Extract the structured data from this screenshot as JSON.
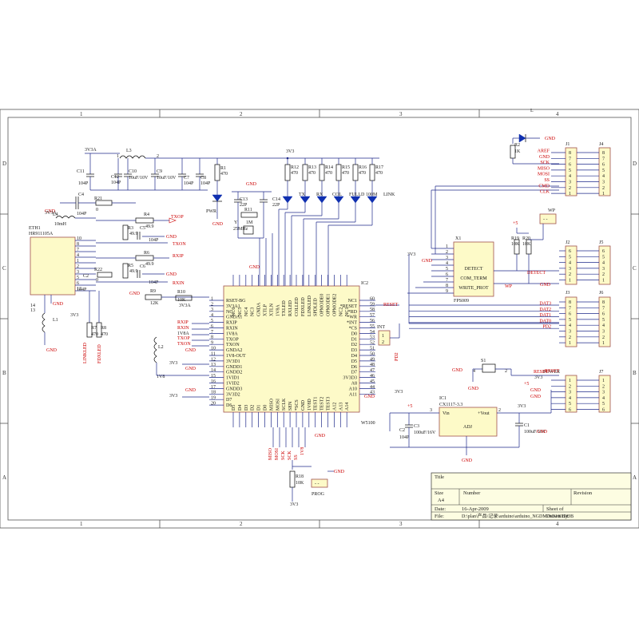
{
  "frame": {
    "cols": [
      "1",
      "2",
      "3",
      "4"
    ],
    "rows": [
      "D",
      "C",
      "B",
      "A"
    ]
  },
  "title_block": {
    "title_label": "Title",
    "size_label": "Size",
    "size_value": "A4",
    "number_label": "Number",
    "revision_label": "Revision",
    "date_label": "Date:",
    "date_value": "16-Apr-2009",
    "sheet_label": "Sheet of",
    "file_label": "File:",
    "file_value": "D:\\plan\\产品\\记录\\arduino\\arduino_NGDM\\W5100.DDB",
    "drawn_by": "Drawn By:"
  },
  "components": {
    "ic2": {
      "ref": "IC2",
      "part": "W5100"
    },
    "x1": {
      "ref": "X1",
      "part": "FPS009",
      "pins": [
        "DETECT",
        "COM_TERM",
        "WRITE_PROT"
      ]
    },
    "ic1": {
      "ref": "IC1",
      "part": "CX1117-3.3",
      "vin": "Vin",
      "vout": "+Vout",
      "adj": "ADJ"
    },
    "eth1": {
      "ref": "ETH1",
      "part": "HR911105A"
    },
    "j4": {
      "ref": "J4"
    },
    "j1": {
      "ref": "J1"
    },
    "j2": {
      "ref": "J2"
    },
    "j5": {
      "ref": "J5"
    },
    "j3": {
      "ref": "J3"
    },
    "j6": {
      "ref": "J6"
    },
    "j7": {
      "ref": "J7"
    },
    "wp": "WP",
    "prog": "PROG",
    "power": "POWER",
    "int_conn": "INT",
    "pd2": "PD2",
    "s1": "S1",
    "l1": "L1",
    "l2": "L2",
    "l3": "L3",
    "y": "Y",
    "y_part": "25MHz"
  },
  "passives": {
    "r1": "R1",
    "r1v": "470",
    "r2": "R2",
    "r2v": "1K",
    "r4": "R4",
    "r4v": "49.9",
    "r3": "R3",
    "r3v": "49.9",
    "r5": "R5",
    "r5v": "49.9",
    "r6": "R6",
    "r6v": "49.9",
    "r7": "R7",
    "r7v": "470",
    "r8": "R8",
    "r8v": "470",
    "r9": "R9",
    "r9v": "12K",
    "r10": "R10",
    "r10v": "10K",
    "r11": "R11",
    "r11v": "1M",
    "r12": "R12",
    "r13": "R13",
    "r14": "R14",
    "r15": "R15",
    "r16": "R16",
    "r17": "R17",
    "rv470": "470",
    "r18": "R18",
    "r18v": "10K",
    "r19": "R19",
    "r19v": "10K",
    "r20": "R20",
    "r20v": "10K",
    "r21": "R21",
    "r21v": "0",
    "r22": "R22",
    "r22v": "0",
    "c1": "C1",
    "c1v": "100uF/10V",
    "c2": "C2",
    "c2v": "104P",
    "c3": "C3",
    "c3v": "100uF/16V",
    "c4": "C4",
    "c4v": "104P",
    "c5": "C5",
    "c5v": "104P",
    "c6": "C6",
    "c6v": "104P",
    "c7": "C7",
    "c7v": "104P",
    "c8": "C8",
    "c8v": "104P",
    "c9": "C9",
    "c9v": "10uF/10V",
    "c10": "C10",
    "c10v": "10uF/10V",
    "c11": "C11",
    "c11v": "104P",
    "c12": "C12",
    "c12v": "104P",
    "c13": "C13",
    "c13v": "22P",
    "c14": "C14",
    "c14v": "22P",
    "l4": "L4",
    "l4v": "10mH"
  },
  "nets": {
    "v33": "3V3",
    "v33a": "3V3A",
    "v18": "1V8",
    "v18a": "1V8A",
    "gnd": "GND",
    "plus5": "+5",
    "txop": "TXOP",
    "txon": "TXON",
    "rxip": "RXIP",
    "rxin": "RXIN",
    "reset": "RESET",
    "int": "INT",
    "detect": "DETECT",
    "wp": "WP",
    "linkled": "LINKLED",
    "fdxled": "FDXLED",
    "pwr": "PWR"
  },
  "leds": [
    "TX",
    "RX",
    "COL",
    "FULLD",
    "100M",
    "LINK"
  ],
  "j4_signals": [
    "AREF",
    "GND",
    "SCK",
    "MISO",
    "MOSI",
    "SS",
    "CMD",
    "CLK"
  ],
  "j4_pins": [
    "8",
    "7",
    "6",
    "5",
    "4",
    "3",
    "2",
    "1"
  ],
  "j2_signals": [
    "DETECT",
    "WP"
  ],
  "j3_signals": [
    "DAT3",
    "DAT2",
    "DAT1",
    "DAT0",
    "PD2"
  ],
  "j7_signals": [
    "RESET",
    "3V3",
    "+5",
    "GND",
    "GND"
  ],
  "ic2_top_pins": [
    "NC6",
    "NC5",
    "NC4",
    "NC3",
    "GNDA",
    "XTLP",
    "XTLN",
    "1V8A",
    "TXLED",
    "RXLED",
    "COLLED",
    "FDXLED",
    "LINKLED",
    "SPDLED",
    "OPMODE0",
    "OPMODE1",
    "OPMODE2",
    "NC2",
    "NC1"
  ],
  "ic2_left_pins": [
    "RSET-BG",
    "3V3A1",
    "NC",
    "GNDA1",
    "RXIP",
    "RXIN",
    "1V8A",
    "TXOP",
    "TXON",
    "GNDA2",
    "1V8-OUT",
    "3V3D1",
    "GNDD1",
    "GNDD2",
    "1VID1",
    "1VID2",
    "GNDD3",
    "3V3D2",
    "D7",
    "D6"
  ],
  "ic2_left_nums": [
    "1",
    "2",
    "3",
    "4",
    "5",
    "6",
    "7",
    "8",
    "9",
    "10",
    "11",
    "12",
    "13",
    "14",
    "15",
    "16",
    "17",
    "18",
    "19",
    "20"
  ],
  "ic2_right_pins": [
    "NC1",
    "*RESET",
    "*RD",
    "*WR",
    "*INT",
    "*CS",
    "D0",
    "D1",
    "D2",
    "D3",
    "D4",
    "D5",
    "D6",
    "D7",
    "3V3D3",
    "A8",
    "A10",
    "A11"
  ],
  "ic2_right_nums": [
    "60",
    "59",
    "58",
    "57",
    "56",
    "55",
    "54",
    "53",
    "52",
    "51",
    "50",
    "49",
    "48",
    "47",
    "46",
    "45",
    "44",
    "43"
  ],
  "ic2_bottom_pins": [
    "D5",
    "D4",
    "D3",
    "D2",
    "D1",
    "D0",
    "MISO",
    "MOSI",
    "SCLK",
    "SEN",
    "*SCS",
    "GND",
    "1V8D",
    "TEST1",
    "TEST2",
    "TEST3",
    "A12",
    "A13",
    "A14"
  ],
  "bottom_nets": [
    "MISO",
    "MOSI",
    "SCK",
    "SCK",
    "SS",
    "1V8"
  ]
}
